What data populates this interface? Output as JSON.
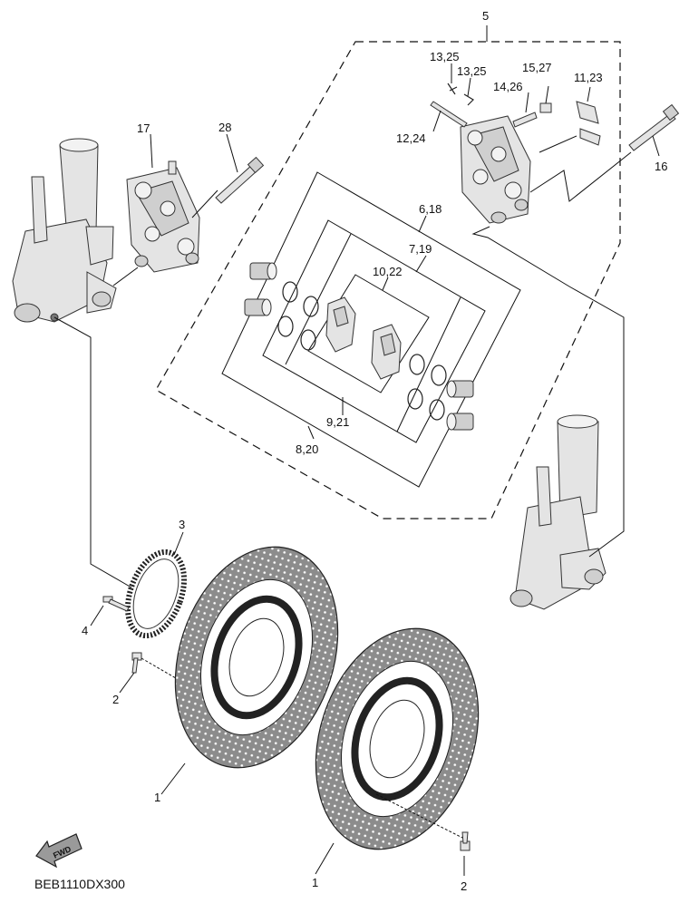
{
  "diagram": {
    "code": "BEB1110DX300",
    "fwd_label": "FWD",
    "callouts": {
      "c5": "5",
      "c13_25a": "13,25",
      "c13_25b": "13,25",
      "c15_27": "15,27",
      "c14_26": "14,26",
      "c11_23": "11,23",
      "c12_24": "12,24",
      "c16": "16",
      "c17": "17",
      "c28": "28",
      "c6_18": "6,18",
      "c7_19": "7,19",
      "c10_22": "10,22",
      "c9_21": "9,21",
      "c8_20": "8,20",
      "c3": "3",
      "c4": "4",
      "c2a": "2",
      "c1a": "1",
      "c1b": "1",
      "c2b": "2"
    }
  }
}
